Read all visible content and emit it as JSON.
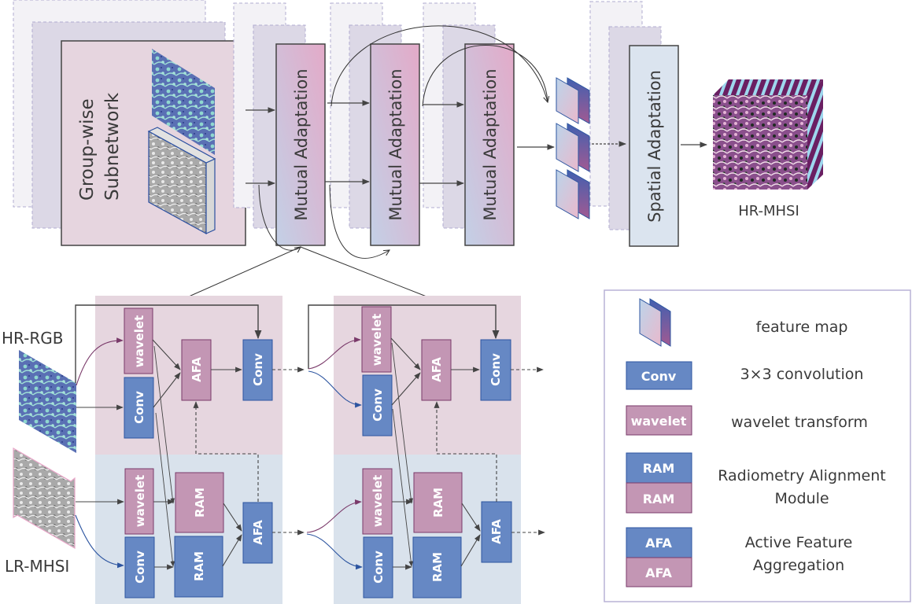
{
  "top": {
    "group_subnetwork_line1": "Group-wise",
    "group_subnetwork_line2": "Subnetwork",
    "mutual_adaptation": [
      "Mutual Adaptation",
      "Mutual Adaptation",
      "Mutual Adaptation"
    ],
    "spatial_adaptation": "Spatial  Adaptation",
    "output_label": "HR-MHSI"
  },
  "inputs": {
    "hr_rgb": "HR-RGB",
    "lr_mhsi": "LR-MHSI"
  },
  "blocks": {
    "wavelet": "wavelet",
    "conv": "Conv",
    "afa": "AFA",
    "ram": "RAM"
  },
  "legend": {
    "items": [
      {
        "symbol": "feature-map",
        "text": "feature map"
      },
      {
        "symbol": "conv",
        "box": "Conv",
        "text": "3×3 convolution"
      },
      {
        "symbol": "wavelet",
        "box": "wavelet",
        "text": "wavelet transform"
      },
      {
        "symbol": "ram",
        "box_top": "RAM",
        "box_bottom": "RAM",
        "text_line1": "Radiometry Alignment",
        "text_line2": "Module"
      },
      {
        "symbol": "afa",
        "box_top": "AFA",
        "box_bottom": "AFA",
        "text_line1": "Active Feature",
        "text_line2": "Aggregation"
      }
    ]
  },
  "colors": {
    "conv_blue": "#6688c4",
    "wavelet_pink": "#c396b4",
    "pink_bg": "#e6d6df",
    "blue_bg": "#d9e2ec",
    "legend_border": "#b9b2d6"
  }
}
